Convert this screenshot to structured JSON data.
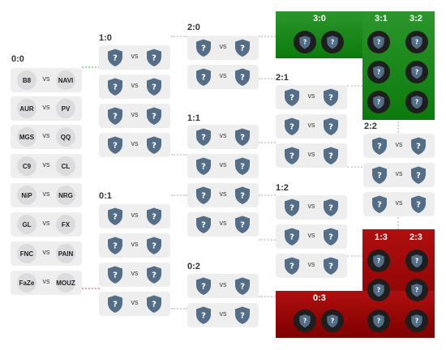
{
  "records": {
    "r00": "0:0",
    "r10": "1:0",
    "r01": "0:1",
    "r20": "2:0",
    "r11": "1:1",
    "r02": "0:2",
    "r21": "2:1",
    "r12": "1:2",
    "r30": "3:0",
    "r31": "3:1",
    "r32": "3:2",
    "r22": "2:2",
    "r03": "0:3",
    "r13": "1:3",
    "r23": "2:3"
  },
  "vs_label": "vs",
  "unknown_team": "?",
  "first_round": [
    {
      "left": "B8",
      "right": "NAVI"
    },
    {
      "left": "AUR",
      "right": "PV"
    },
    {
      "left": "MGS",
      "right": "QQ"
    },
    {
      "left": "C9",
      "right": "CL"
    },
    {
      "left": "NiP",
      "right": "NRG"
    },
    {
      "left": "GL",
      "right": "FX"
    },
    {
      "left": "FNC",
      "right": "PAIN"
    },
    {
      "left": "FaZe",
      "right": "MOUZ"
    }
  ],
  "colors": {
    "advance_zone": "#0b7a0b",
    "eliminated_zone": "#7e0000",
    "shield": "#546e87"
  }
}
